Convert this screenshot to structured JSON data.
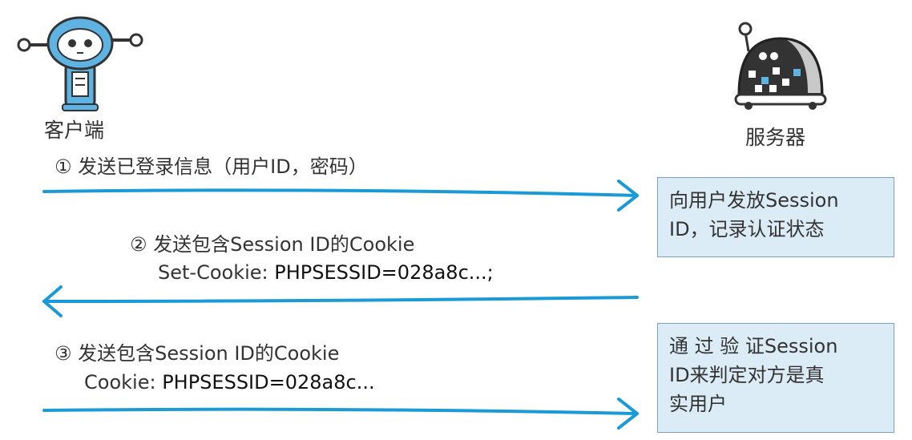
{
  "actors": {
    "client_label": "客户端",
    "server_label": "服务器"
  },
  "steps": [
    {
      "number": "①",
      "text": "发送已登录信息（用户ID，密码）"
    },
    {
      "number": "②",
      "text": "发送包含Session ID的Cookie",
      "header_name": "Set-Cookie:",
      "header_value": "PHPSESSID=028a8c...;"
    },
    {
      "number": "③",
      "text": "发送包含Session ID的Cookie",
      "header_name": "Cookie:",
      "header_value": "PHPSESSID=028a8c..."
    }
  ],
  "server_notes": [
    {
      "lines": [
        "向用户发放Session",
        "ID，记录认证状态"
      ]
    },
    {
      "lines": [
        "通 过 验 证Session",
        "ID来判定对方是真",
        "实用户"
      ]
    }
  ],
  "colors": {
    "arrow": "#1a9ad6",
    "box_fill": "#dcecf7",
    "box_border": "#7aa0c0",
    "robot_blue": "#5fb3e3"
  },
  "icons": {
    "client": "client-robot-icon",
    "server": "server-robot-icon"
  }
}
